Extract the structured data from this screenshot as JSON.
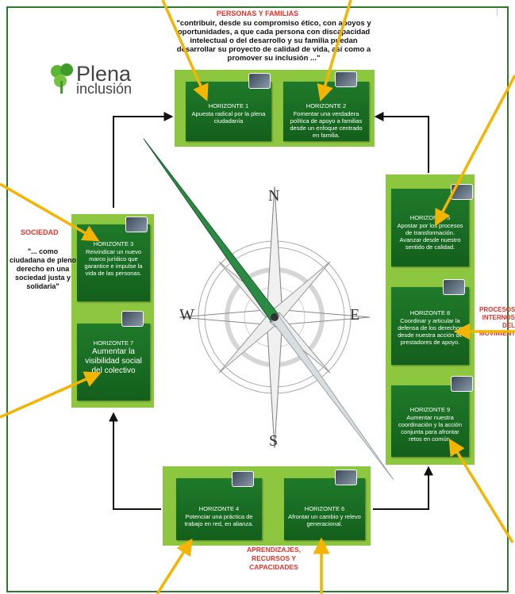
{
  "top_section": {
    "title": "PERSONAS Y FAMILIAS",
    "quote": "\"contribuir, desde su compromiso ético, con apoyos y oportunidades, a que cada persona con discapacidad intelectual o del desarrollo y su familia puedan desarrollar su proyecto de calidad de vida, así como a promover su inclusión ...\""
  },
  "logo": {
    "word": "Plena",
    "sub": "inclusión"
  },
  "left_section": {
    "title": "SOCIEDAD",
    "quote": "\"... como ciudadana de pleno derecho en una sociedad justa y solidaria\""
  },
  "right_section": {
    "title": "PROCESOS INTERNOS DEL MOVIMIENTO"
  },
  "bottom_section": {
    "title": "APRENDIZAJES, RECURSOS Y CAPACIDADES"
  },
  "horizons": [
    {
      "id": "h1",
      "title": "HORIZONTE 1",
      "text": "Apuesta radical por la plena ciudadanía"
    },
    {
      "id": "h2",
      "title": "HORIZONTE 2",
      "text": "Fomentar una verdadera política de apoyo a familias desde un enfoque centrado en familia."
    },
    {
      "id": "h3",
      "title": "HORIZONTE 3",
      "text": "Reivindicar un nuevo marco jurídico que garantice e impulse la vida de las personas."
    },
    {
      "id": "h7",
      "title": "HORIZONTE 7",
      "text": "Aumentar la visibilidad social del colectivo"
    },
    {
      "id": "h5",
      "title": "HORIZONTE 5",
      "text": "Apostar por los procesos de transformación. Avanzar desde nuestro sentido de calidad."
    },
    {
      "id": "h8",
      "title": "HORIZONTE 8",
      "text": "Coordinar y articular la defensa de los derechos desde nuestra acción de prestadores de apoyo."
    },
    {
      "id": "h9",
      "title": "HORIZONTE 9",
      "text": "Aumentar nuestra coordinación y la acción conjunta para afrontar retos en común."
    },
    {
      "id": "h4",
      "title": "HORIZONTE 4",
      "text": "Potenciar una práctica de trabajo en red, en alianza."
    },
    {
      "id": "h6",
      "title": "HORIZONTE 6",
      "text": "Afrontar un cambio y relevo generacional."
    }
  ],
  "compass": {
    "north": "N",
    "south": "S",
    "east": "E",
    "west": "W"
  },
  "colors": {
    "panel": "#8dc63f",
    "card": "#1a6e24",
    "accent_red": "#e8322b",
    "arrow_yellow": "#f5b400"
  }
}
